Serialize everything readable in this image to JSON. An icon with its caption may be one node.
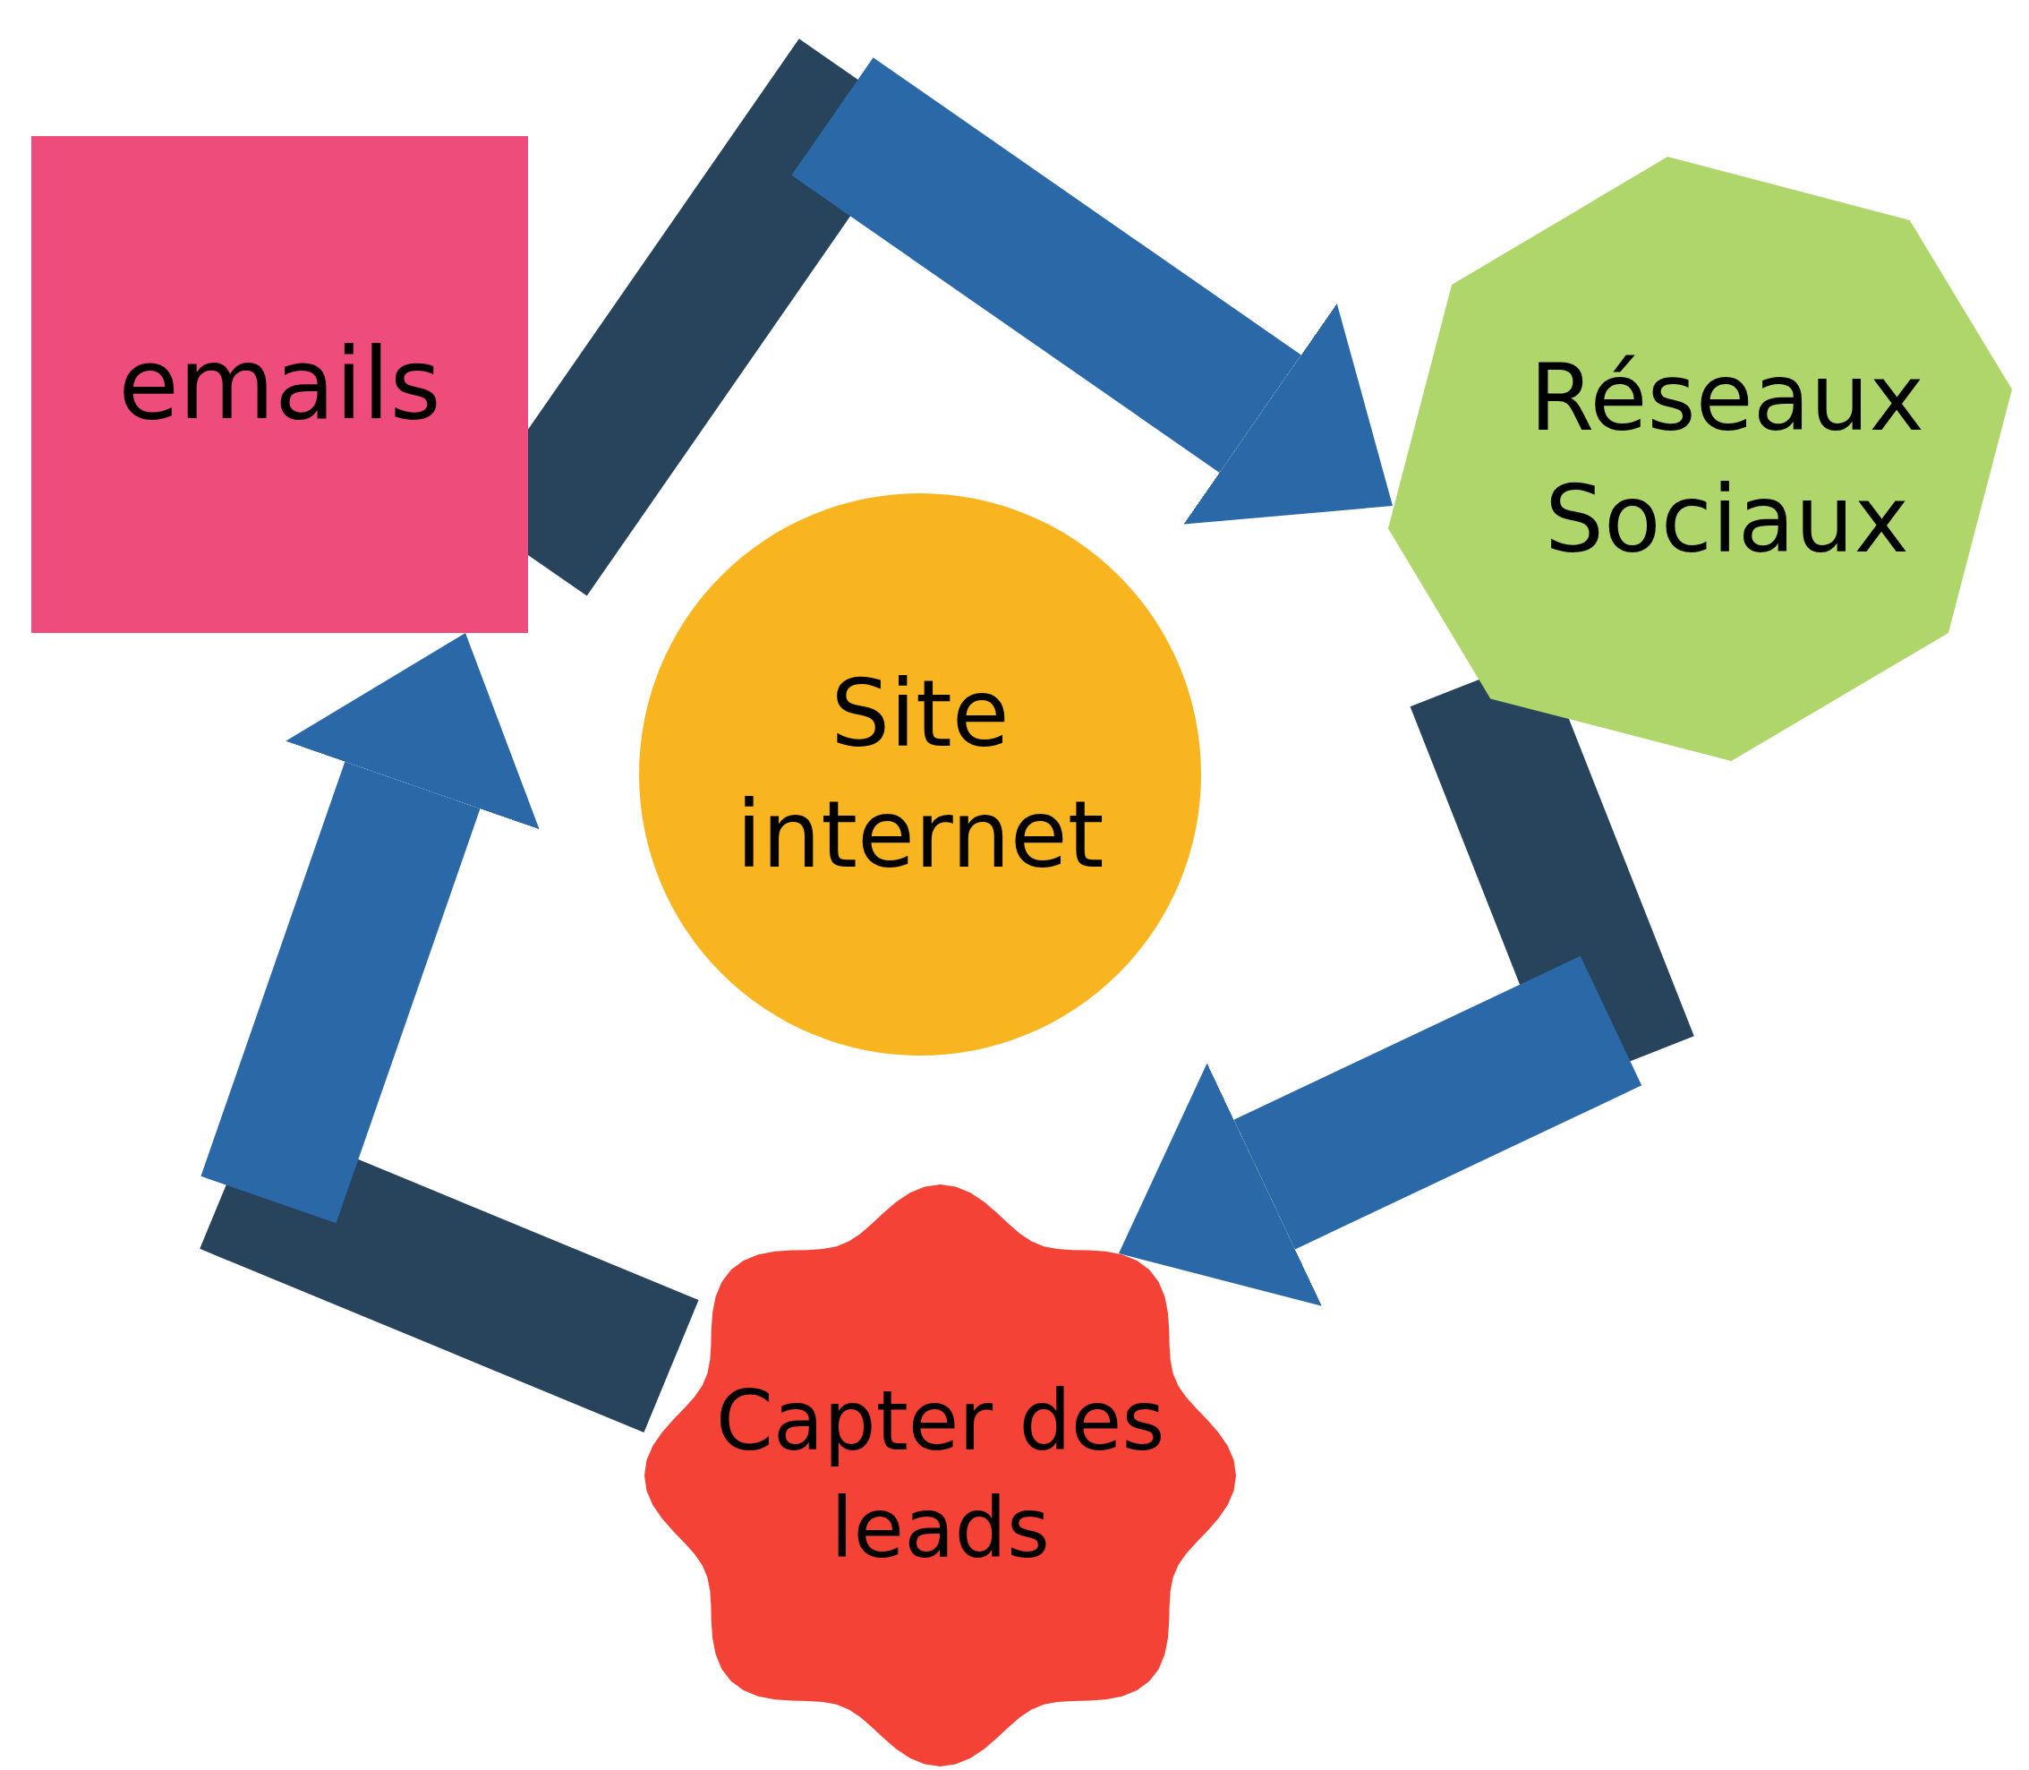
{
  "diagram": {
    "nodes": [
      {
        "text": [
          "emails"
        ]
      },
      {
        "text": [
          "Réseaux Sociaux"
        ]
      },
      {
        "text": [
          "Site internet"
        ]
      },
      {
        "text": [
          "Capter des leads"
        ]
      }
    ],
    "edges": [
      {
        "from": 0,
        "to": 1,
        "arrow": "to"
      },
      {
        "from": 1,
        "to": 3,
        "arrow": "to"
      },
      {
        "from": 3,
        "to": 0,
        "arrow": "to"
      }
    ]
  }
}
